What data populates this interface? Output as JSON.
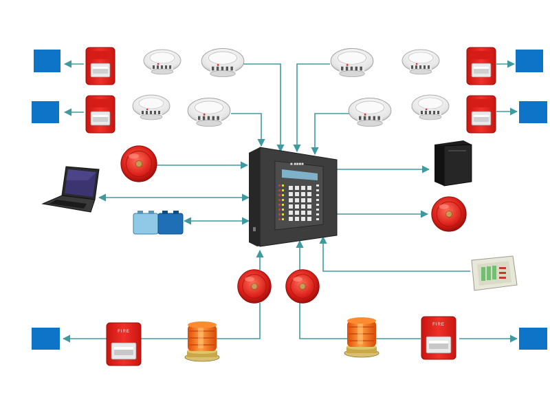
{
  "diagram": {
    "colors": {
      "connector": "#3f9aa0",
      "output_box": "#0e74c8",
      "strobe_red": "#e8231e",
      "bell_red": "#dc1f1a",
      "beacon_orange": "#f06a12",
      "beacon_base": "#c9a84a",
      "panel_body": "#3a3a3a",
      "detector_white": "#f1f1f1"
    },
    "panel": {
      "brand_label": "■ ■■■■",
      "icon": "fire-alarm-control-panel-icon"
    },
    "strobe_label": "FIRE",
    "nodes": [
      {
        "name": "output-box-top-left-1",
        "icon": "output-box-icon"
      },
      {
        "name": "output-box-top-left-2",
        "icon": "output-box-icon"
      },
      {
        "name": "output-box-top-right-1",
        "icon": "output-box-icon"
      },
      {
        "name": "output-box-top-right-2",
        "icon": "output-box-icon"
      },
      {
        "name": "output-box-bottom-left",
        "icon": "output-box-icon"
      },
      {
        "name": "output-box-bottom-right",
        "icon": "output-box-icon"
      },
      {
        "name": "horn-strobe",
        "icon": "horn-strobe-icon"
      },
      {
        "name": "smoke-detector",
        "icon": "smoke-detector-icon"
      },
      {
        "name": "fire-bell",
        "icon": "fire-bell-icon"
      },
      {
        "name": "laptop",
        "icon": "laptop-icon"
      },
      {
        "name": "battery-pack",
        "icon": "battery-icon"
      },
      {
        "name": "power-supply-cabinet",
        "icon": "cabinet-icon"
      },
      {
        "name": "remote-annunciator",
        "icon": "annunciator-icon"
      },
      {
        "name": "warning-beacon",
        "icon": "beacon-icon"
      }
    ]
  }
}
